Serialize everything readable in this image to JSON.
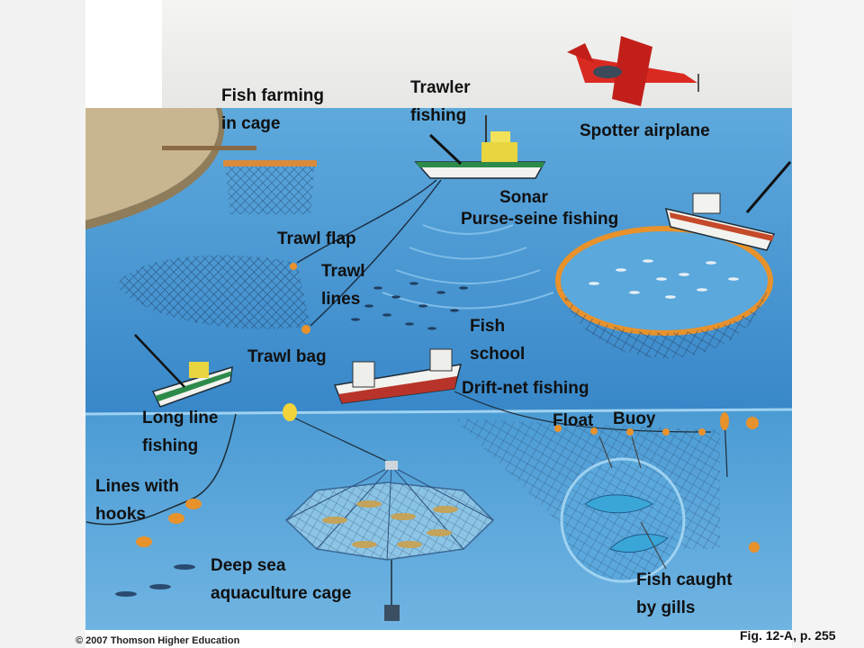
{
  "labels": {
    "fish_farming": "Fish farming\nin cage",
    "trawler_fishing": "Trawler\nfishing",
    "spotter_airplane": "Spotter airplane",
    "sonar": "Sonar",
    "purse_seine": "Purse-seine fishing",
    "trawl_flap": "Trawl flap",
    "trawl_lines": "Trawl\nlines",
    "fish_school": "Fish\nschool",
    "trawl_bag": "Trawl bag",
    "drift_net": "Drift-net fishing",
    "long_line": "Long line\nfishing",
    "float": "Float",
    "buoy": "Buoy",
    "lines_with_hooks": "Lines with\nhooks",
    "deep_sea_cage": "Deep sea\naquaculture cage",
    "fish_caught": "Fish caught\nby gills"
  },
  "footer": {
    "copyright": "© 2007 Thomson Higher Education",
    "figure_ref": "Fig. 12-A, p. 255"
  },
  "colors": {
    "sea_surface": "#3f8fce",
    "sea_deep": "#2f78b8",
    "sky": "#eeeeec",
    "land": "#c7b48f",
    "net": "#2d4f7a",
    "float": "#e8922c",
    "airplane": "#d92a22",
    "boat_hull": "#f2f2ee"
  }
}
